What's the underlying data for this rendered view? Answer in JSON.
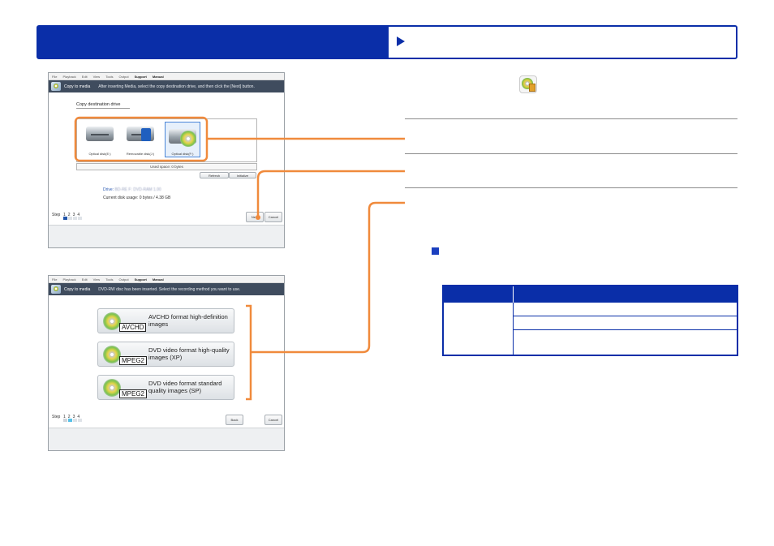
{
  "colors": {
    "header_blue": "#0a2ea8",
    "orange_callout": "#f08a3c",
    "window_title_bg": "#3f4c5e"
  },
  "top_screen": {
    "menu": [
      "File",
      "Playback",
      "Edit",
      "View",
      "Tools",
      "Output",
      "Support",
      "Manual"
    ],
    "title": "Copy to media",
    "instruction": "After inserting Media, select the copy destination drive, and then click the [Next] button.",
    "section_heading": "Copy destination drive",
    "drives": [
      {
        "label": "Optical disk(E:)",
        "icon": "hard-drive-icon"
      },
      {
        "label": "Removable disk(J:)",
        "icon": "removable-disk-icon"
      },
      {
        "label": "Optical disk(F:)",
        "icon": "optical-disc-drive-icon"
      }
    ],
    "used_space": "Used space: 0 bytes",
    "refresh_label": "Refresh",
    "initialize_label": "Initialize",
    "drive_label": "Drive:",
    "drive_value": "BD-RE  F:  DVD-RAM  1.00",
    "disk_usage": "Current disk usage: 0 bytes / 4.38 GB",
    "step_label": "Step",
    "steps": [
      "1",
      "2",
      "3",
      "4"
    ],
    "next_label": "Next",
    "cancel_label": "Cancel"
  },
  "bottom_screen": {
    "menu": [
      "File",
      "Playback",
      "Edit",
      "View",
      "Tools",
      "Output",
      "Support",
      "Manual"
    ],
    "title": "Copy to media",
    "instruction": "DVD-RW disc has been inserted. Select the recording method you want to use.",
    "options": [
      {
        "badge": "AVCHD",
        "text": "AVCHD format high-definition images"
      },
      {
        "badge": "MPEG2",
        "text": "DVD video format high-quality images (XP)"
      },
      {
        "badge": "MPEG2",
        "text": "DVD video format standard quality images (SP)"
      }
    ],
    "step_label": "Step",
    "steps": [
      "1",
      "2",
      "3",
      "4"
    ],
    "back_label": "Back",
    "cancel_label": "Cancel"
  }
}
